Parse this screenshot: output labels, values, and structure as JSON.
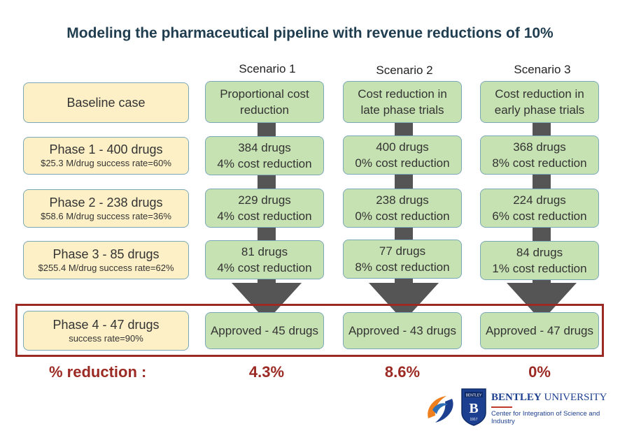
{
  "title": "Modeling the pharmaceutical pipeline with revenue reductions of 10%",
  "scenarios": [
    {
      "title": "Scenario 1",
      "header": [
        "Proportional cost",
        "reduction"
      ],
      "phases": [
        [
          "384 drugs",
          "4% cost reduction"
        ],
        [
          "229 drugs",
          "4% cost reduction"
        ],
        [
          "81 drugs",
          "4% cost reduction"
        ]
      ],
      "approved": "Approved - 45 drugs",
      "reduction": "4.3%"
    },
    {
      "title": "Scenario 2",
      "header": [
        "Cost reduction in",
        "late phase trials"
      ],
      "phases": [
        [
          "400 drugs",
          "0% cost reduction"
        ],
        [
          "238 drugs",
          "0% cost reduction"
        ],
        [
          "77 drugs",
          "8% cost reduction"
        ]
      ],
      "approved": "Approved - 43 drugs",
      "reduction": "8.6%"
    },
    {
      "title": "Scenario 3",
      "header": [
        "Cost reduction in",
        "early phase trials"
      ],
      "phases": [
        [
          "368 drugs",
          "8% cost reduction"
        ],
        [
          "224 drugs",
          "6% cost reduction"
        ],
        [
          "84 drugs",
          "1% cost reduction"
        ]
      ],
      "approved": "Approved - 47 drugs",
      "reduction": "0%"
    }
  ],
  "baseline": [
    {
      "main": "Baseline case",
      "sub": ""
    },
    {
      "main": "Phase 1 - 400 drugs",
      "sub": "$25.3 M/drug success rate=60%"
    },
    {
      "main": "Phase 2 - 238 drugs",
      "sub": "$58.6 M/drug success rate=36%"
    },
    {
      "main": "Phase 3 - 85 drugs",
      "sub": "$255.4 M/drug success rate=62%"
    },
    {
      "main": "Phase 4 - 47 drugs",
      "sub": "success rate=90%"
    }
  ],
  "reduction_label": "% reduction :",
  "logo": {
    "university_bold": "BENTLEY",
    "university_rest": " UNIVERSITY",
    "center": "Center for Integration of Science and Industry",
    "shield_text": "B",
    "shield_top": "BENTLEY",
    "shield_year": "1917"
  },
  "colors": {
    "title": "#1f3d4f",
    "yellow_box": "#fdf0c6",
    "green_box": "#c7e2b2",
    "box_border": "#7aa7b7",
    "arrow": "#555555",
    "frame": "#9b2a24",
    "brand_blue": "#1c3f8f"
  }
}
